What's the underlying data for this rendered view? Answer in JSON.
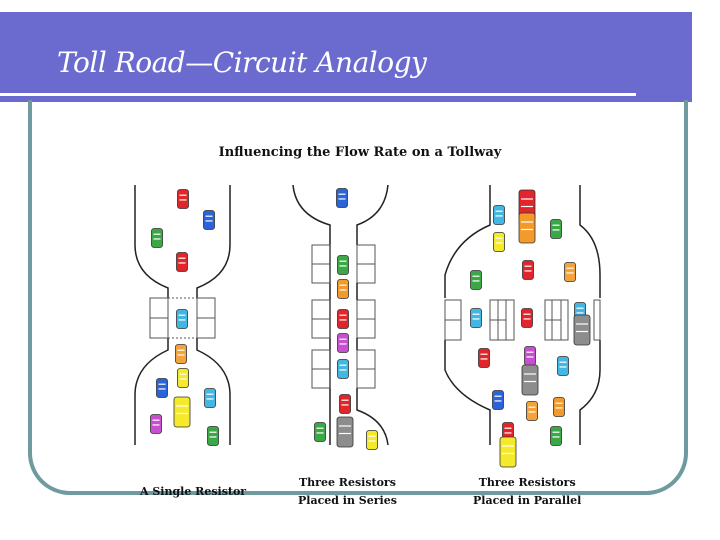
{
  "slide": {
    "title": "Toll Road—Circuit Analogy",
    "header_color": "#6b6bcf",
    "frame_color": "#6e9aa0"
  },
  "figure": {
    "title": "Influencing the Flow Rate on a Tollway",
    "panels": [
      {
        "caption_line1": "A Single Resistor",
        "caption_line2": ""
      },
      {
        "caption_line1": "Three Resistors",
        "caption_line2": "Placed in Series"
      },
      {
        "caption_line1": "Three Resistors",
        "caption_line2": "Placed in Parallel"
      }
    ],
    "car_colors": [
      "#e0262b",
      "#2b63d8",
      "#3aa845",
      "#f39a2b",
      "#44b6e4",
      "#f5e92b",
      "#c94fd1",
      "#f4a33a",
      "#8d8d8d"
    ]
  }
}
